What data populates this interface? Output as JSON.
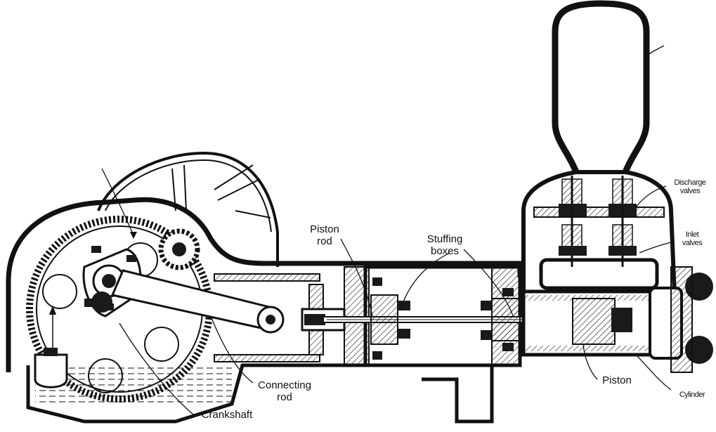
{
  "labels": {
    "piston_rod": [
      "Piston",
      "rod"
    ],
    "stuffing_boxes": [
      "Stuffing",
      "boxes"
    ],
    "connecting_rod": [
      "Connecting",
      "rod"
    ],
    "crankshaft": "Crankshaft",
    "piston": "Piston",
    "discharge_valves": [
      "Discharge",
      "valves"
    ],
    "inlet_valves": [
      "Inlet",
      "valves"
    ],
    "cylinder": "Cylinder"
  },
  "colors": {
    "ink": "#111111",
    "hatch": "#cfcfcf",
    "background": "#ffffff"
  }
}
